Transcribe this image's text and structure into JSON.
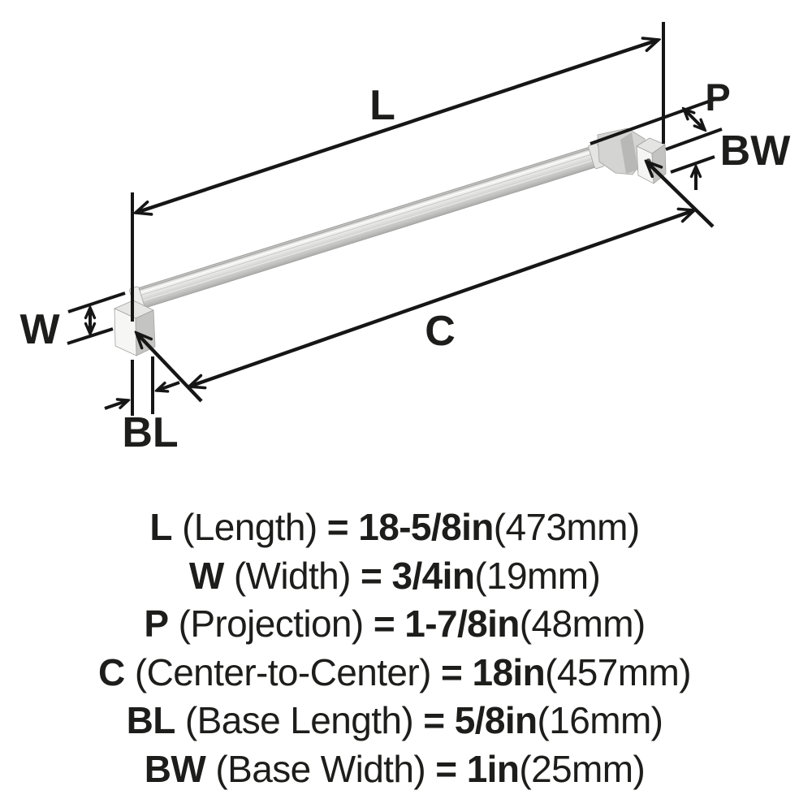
{
  "diagram": {
    "labels": {
      "L": "L",
      "W": "W",
      "P": "P",
      "C": "C",
      "BL": "BL",
      "BW": "BW"
    },
    "colors": {
      "line": "#161616",
      "text": "#1d1d1b",
      "background": "#ffffff",
      "bar_highlight": "#f1f1ef",
      "bar_mid": "#d7d7d5",
      "bar_shadow": "#ababa9",
      "foot_front": "#f6f6f4",
      "foot_side": "#c4c4c2",
      "foot_top": "#e6e6e4"
    }
  },
  "specs": [
    {
      "key": "L",
      "desc": " (Length) ",
      "eq": "=",
      "value": " 18-5/8in",
      "metric": "(473mm)"
    },
    {
      "key": "W",
      "desc": " (Width) ",
      "eq": "=",
      "value": " 3/4in",
      "metric": "(19mm)"
    },
    {
      "key": "P",
      "desc": " (Projection) ",
      "eq": "=",
      "value": " 1-7/8in",
      "metric": "(48mm)"
    },
    {
      "key": "C",
      "desc": " (Center-to-Center) ",
      "eq": "=",
      "value": " 18in",
      "metric": "(457mm)"
    },
    {
      "key": "BL",
      "desc": " (Base Length) ",
      "eq": "=",
      "value": " 5/8in",
      "metric": "(16mm)"
    },
    {
      "key": "BW",
      "desc": " (Base Width) ",
      "eq": "=",
      "value": " 1in",
      "metric": "(25mm)"
    }
  ]
}
